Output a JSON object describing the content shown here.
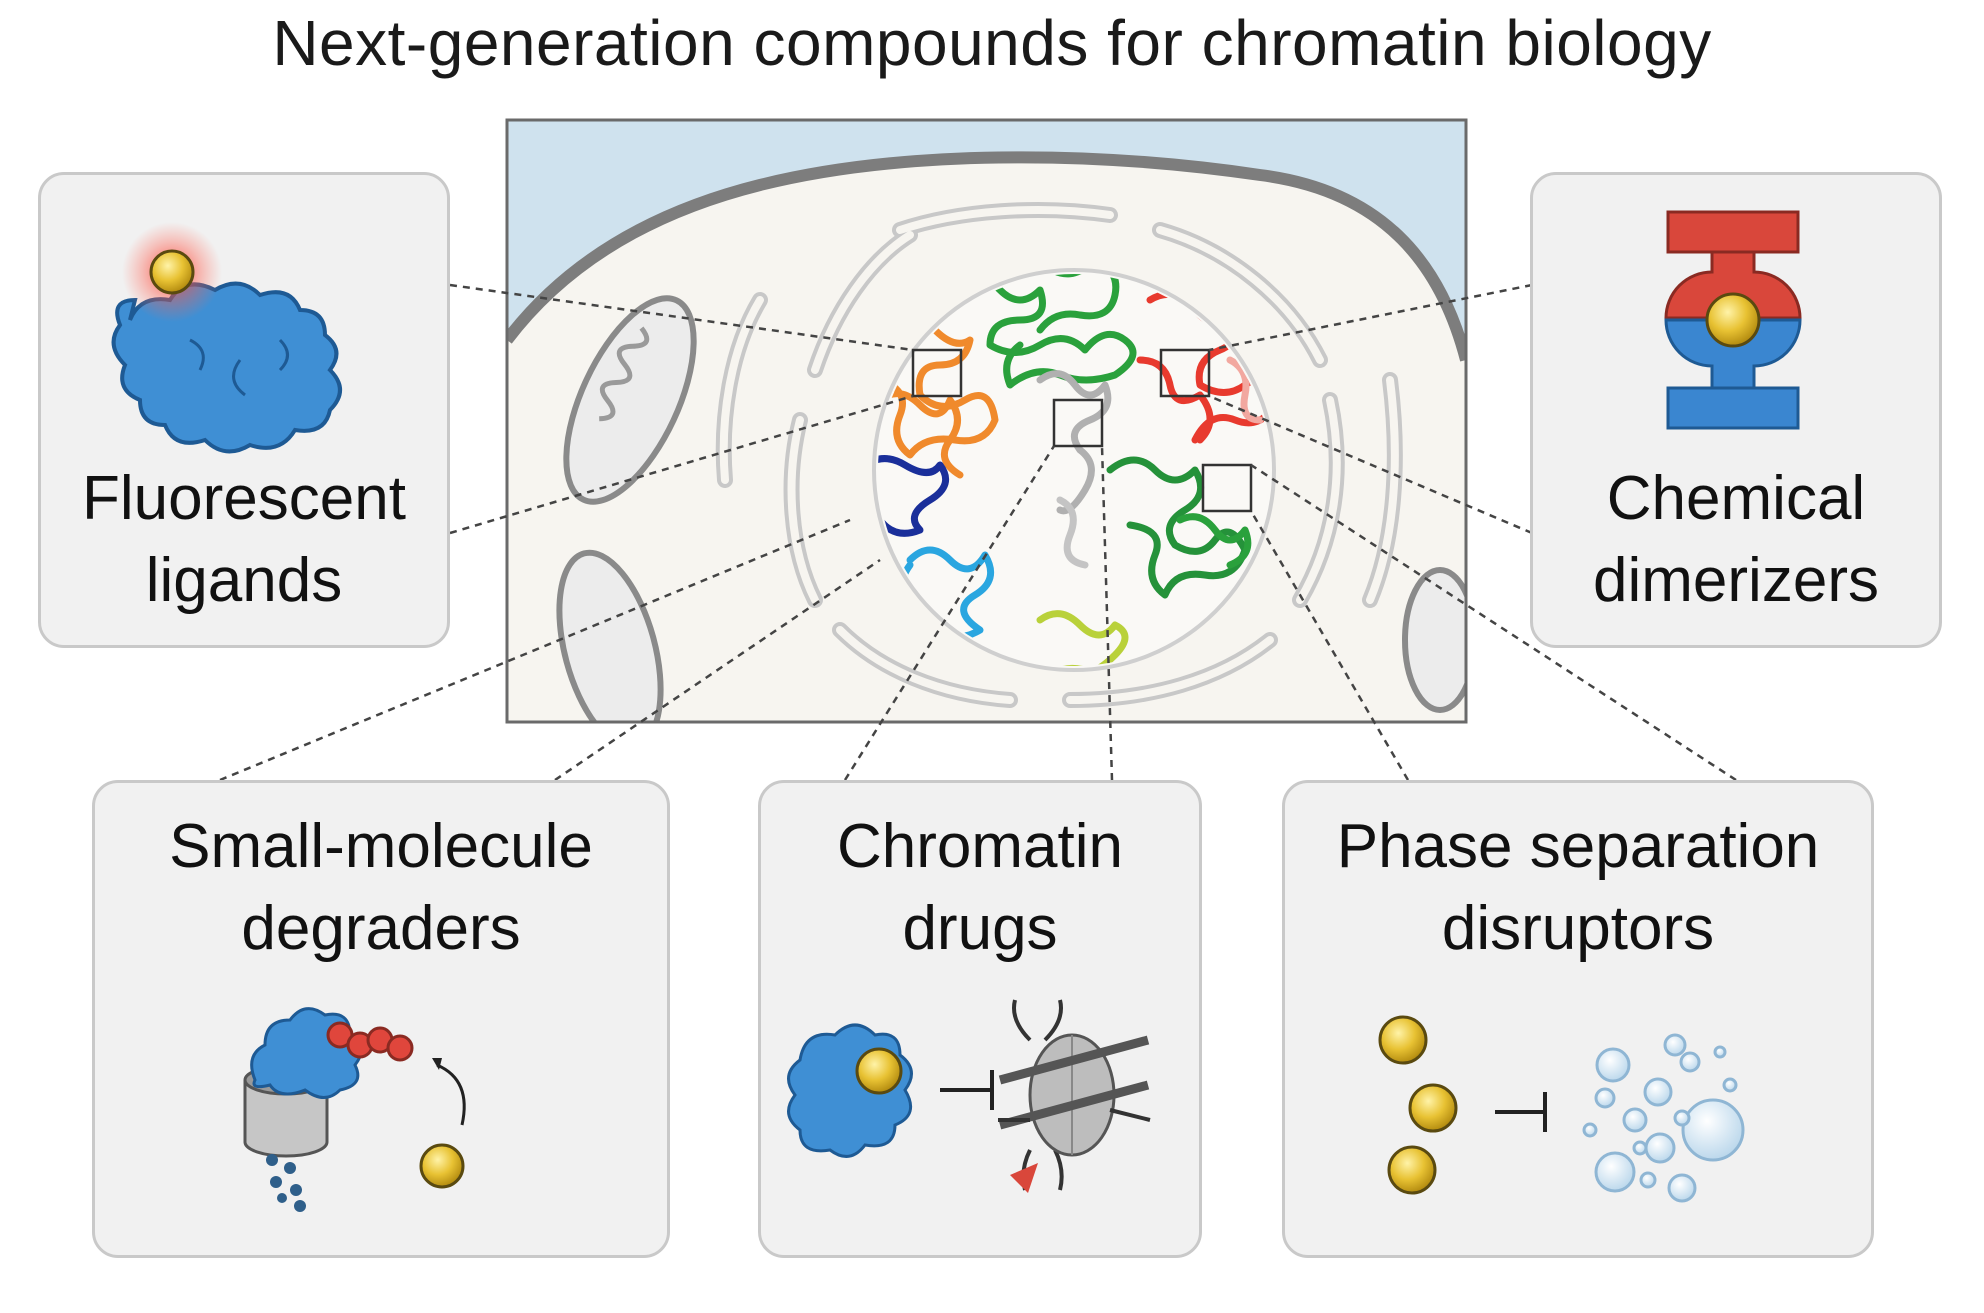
{
  "title": "Next-generation compounds for chromatin biology",
  "panels": [
    {
      "id": "fluorescent-ligands",
      "lines": [
        "Fluorescent",
        "ligands"
      ]
    },
    {
      "id": "chemical-dimerizers",
      "lines": [
        "Chemical",
        "dimerizers"
      ]
    },
    {
      "id": "small-molecule-degraders",
      "lines": [
        "Small-molecule",
        "degraders"
      ]
    },
    {
      "id": "chromatin-drugs",
      "lines": [
        "Chromatin",
        "drugs"
      ]
    },
    {
      "id": "phase-separation-disruptors",
      "lines": [
        "Phase separation",
        "disruptors"
      ]
    }
  ],
  "colors": {
    "protein": "#3f8fd4",
    "ligand": "#e8c233",
    "dimerizer_top": "#d9473b",
    "dimerizer_bottom": "#3a86d0",
    "chromatin": [
      "#2aa13c",
      "#f08a2c",
      "#e83a2e",
      "#1a2f9a",
      "#2aa6e0",
      "#b9d13a",
      "#b0b0b0",
      "#f2a8a0"
    ],
    "panel_bg": "#f1f1f1",
    "cyto_sky": "#cfe2ee"
  }
}
